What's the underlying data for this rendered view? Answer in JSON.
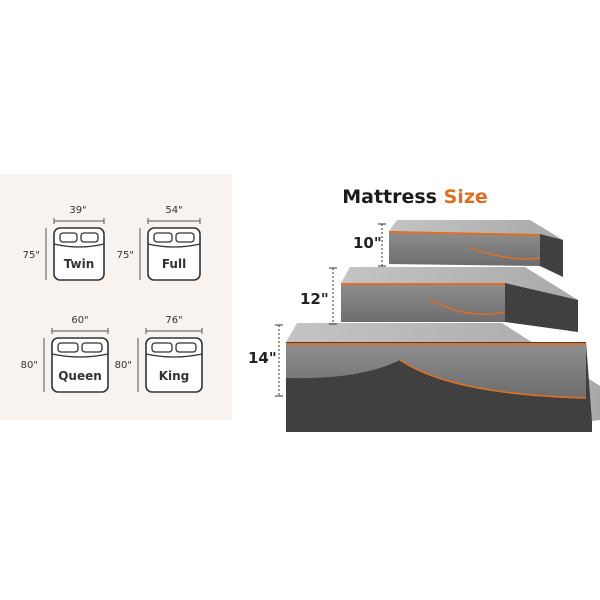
{
  "title": {
    "word1": "Mattress",
    "word2": "Size"
  },
  "accent_color": "#e06f1f",
  "beds": [
    {
      "name": "Twin",
      "width": "39\"",
      "length": "75\""
    },
    {
      "name": "Full",
      "width": "54\"",
      "length": "75\""
    },
    {
      "name": "Queen",
      "width": "60\"",
      "length": "80\""
    },
    {
      "name": "King",
      "width": "76\"",
      "length": "80\""
    }
  ],
  "mattresses": [
    {
      "height": "10\""
    },
    {
      "height": "12\""
    },
    {
      "height": "14\""
    }
  ]
}
